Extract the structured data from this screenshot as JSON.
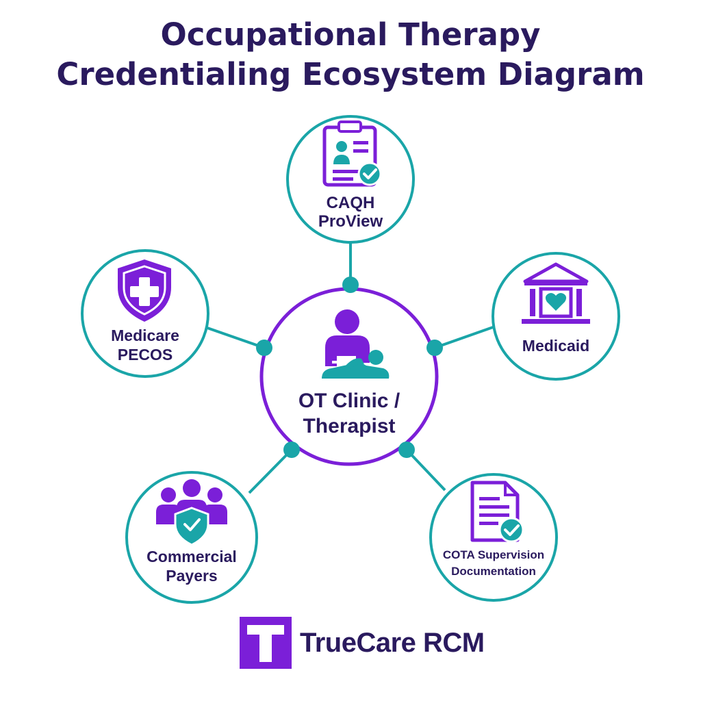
{
  "title": {
    "line1": "Occupational Therapy",
    "line2": "Credentialing Ecosystem Diagram"
  },
  "center": {
    "label_line1": "OT Clinic /",
    "label_line2": "Therapist",
    "icon": "therapist-patient-icon"
  },
  "nodes": [
    {
      "id": "caqh",
      "label_line1": "CAQH",
      "label_line2": "ProView",
      "icon": "clipboard-check-icon"
    },
    {
      "id": "medicaid",
      "label_line1": "Medicaid",
      "label_line2": "",
      "icon": "government-building-heart-icon"
    },
    {
      "id": "cota",
      "label_line1": "COTA Supervision",
      "label_line2": "Documentation",
      "icon": "document-check-icon"
    },
    {
      "id": "commercial",
      "label_line1": "Commercial",
      "label_line2": "Payers",
      "icon": "group-shield-icon"
    },
    {
      "id": "medicare",
      "label_line1": "Medicare",
      "label_line2": "PECOS",
      "icon": "shield-cross-icon"
    }
  ],
  "brand": {
    "name": "TrueCare RCM",
    "mark_letter": "T"
  },
  "colors": {
    "teal": "#1aa5a8",
    "purple": "#7b1fd8",
    "navy": "#2a1a5e",
    "background": "#ffffff"
  }
}
